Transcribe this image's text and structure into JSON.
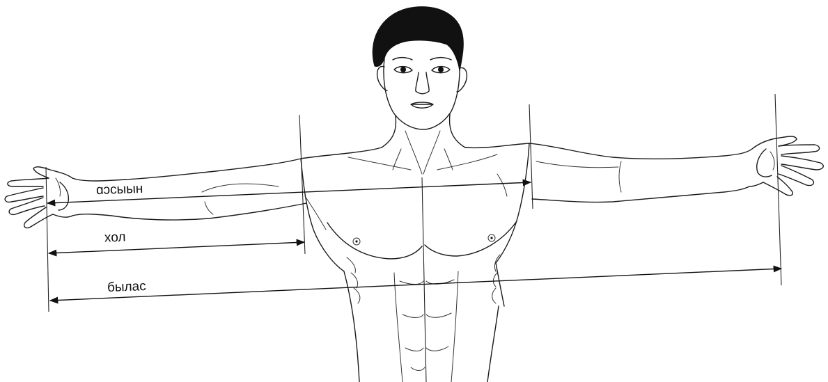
{
  "labels": {
    "arm_span_half": "ɑɔсыын",
    "arm": "хол",
    "arm_span": "былас"
  },
  "colors": {
    "ink": "#1a1a1a",
    "hair": "#111111",
    "background": "#ffffff"
  }
}
